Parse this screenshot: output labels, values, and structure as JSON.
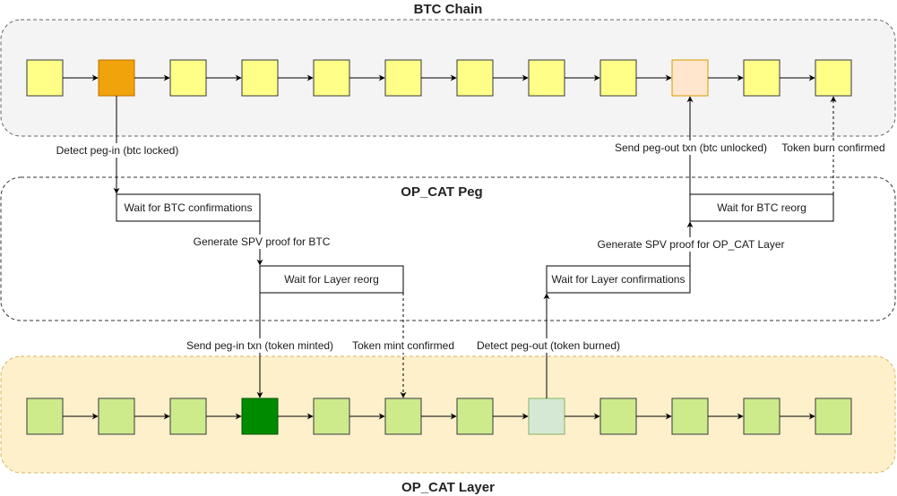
{
  "diagram": {
    "containers": {
      "btc_chain": {
        "title": "BTC Chain",
        "fill": "#f4f4f4",
        "stroke": "#666666"
      },
      "peg": {
        "title": "OP_CAT Peg",
        "fill": "#ffffff",
        "stroke": "#333333"
      },
      "layer": {
        "title": "OP_CAT Layer",
        "fill": "#fff0cc",
        "stroke": "#d6b656"
      }
    },
    "btc_blocks": [
      {
        "state": "normal"
      },
      {
        "state": "peg-in"
      },
      {
        "state": "normal"
      },
      {
        "state": "normal"
      },
      {
        "state": "normal"
      },
      {
        "state": "normal"
      },
      {
        "state": "normal"
      },
      {
        "state": "normal"
      },
      {
        "state": "normal"
      },
      {
        "state": "peg-out"
      },
      {
        "state": "normal"
      },
      {
        "state": "normal"
      }
    ],
    "layer_blocks": [
      {
        "state": "normal"
      },
      {
        "state": "normal"
      },
      {
        "state": "normal"
      },
      {
        "state": "minted"
      },
      {
        "state": "normal"
      },
      {
        "state": "normal"
      },
      {
        "state": "normal"
      },
      {
        "state": "burned"
      },
      {
        "state": "normal"
      },
      {
        "state": "normal"
      },
      {
        "state": "normal"
      },
      {
        "state": "normal"
      }
    ],
    "block_colors": {
      "btc_normal": {
        "fill": "#ffff88",
        "stroke": "#36393d"
      },
      "btc_peg_in": {
        "fill": "#f0a30a",
        "stroke": "#bd7000"
      },
      "btc_peg_out": {
        "fill": "#ffe6cc",
        "stroke": "#d79b00"
      },
      "layer_normal": {
        "fill": "#cdeb8b",
        "stroke": "#36393d"
      },
      "layer_minted": {
        "fill": "#008a00",
        "stroke": "#005700"
      },
      "layer_burned": {
        "fill": "#d5e8d4",
        "stroke": "#82b366"
      }
    },
    "steps": {
      "wait_btc_confirmations": "Wait for BTC confirmations",
      "wait_layer_reorg": "Wait for Layer reorg",
      "wait_layer_confirmations": "Wait for Layer confirmations",
      "wait_btc_reorg": "Wait for BTC reorg"
    },
    "edge_labels": {
      "detect_peg_in": "Detect peg-in (btc locked)",
      "generate_spv_btc": "Generate SPV proof for BTC",
      "send_peg_in": "Send peg-in txn (token minted)",
      "token_mint_confirmed": "Token mint confirmed",
      "detect_peg_out": "Detect peg-out (token burned)",
      "generate_spv_layer": "Generate SPV proof for OP_CAT Layer",
      "send_peg_out": "Send peg-out txn (btc unlocked)",
      "token_burn_confirmed": "Token burn confirmed"
    }
  }
}
